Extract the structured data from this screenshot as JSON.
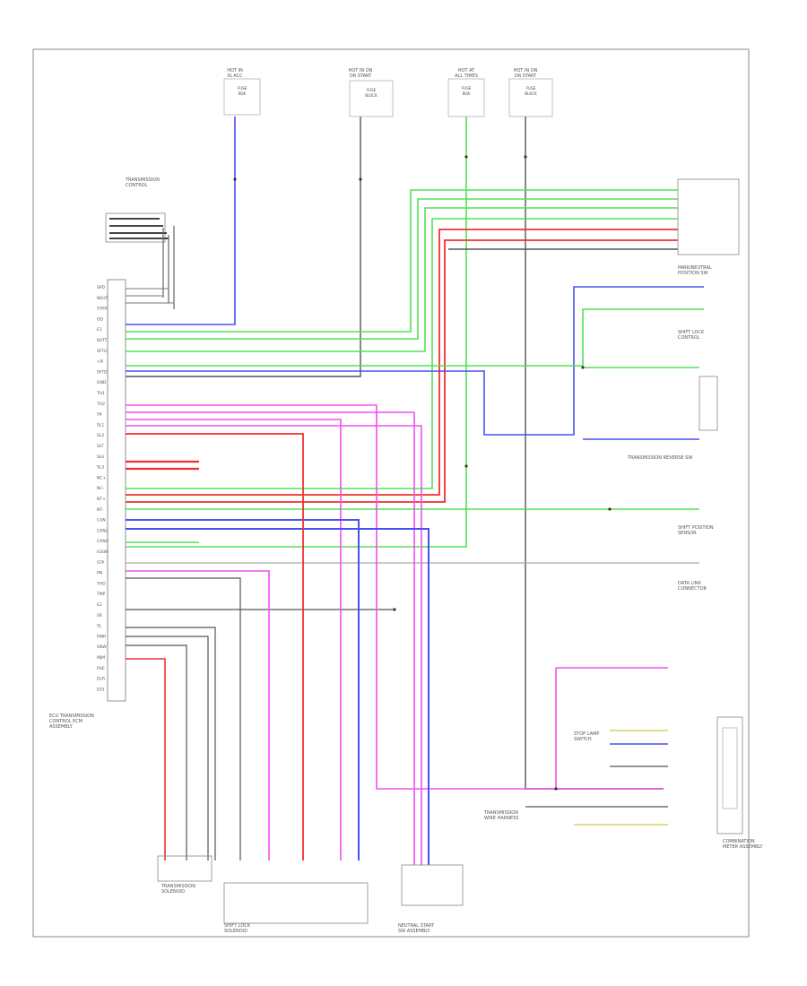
{
  "diagram": {
    "ecm_label": "ECU TRANSMISSION\nCONTROL ECM\nASSEMBLY",
    "pins": [
      "SPD",
      "NEUT",
      "STAR",
      "OD",
      "E1",
      "BATT",
      "SFTU",
      "+B",
      "SFTD",
      "GND",
      "TH1",
      "TH2",
      "S4",
      "SL1",
      "SL2",
      "SLT",
      "SLU",
      "SL3",
      "NC+",
      "NC-",
      "NT+",
      "NT-",
      "CAN",
      "CANL",
      "CANH",
      "IGSW",
      "STP",
      "PN",
      "THO",
      "TMP",
      "E2",
      "SR",
      "SL",
      "PWR",
      "SNW",
      "MJM",
      "PUE",
      "DLR",
      "E01"
    ],
    "top_labels": [
      {
        "id": "t1",
        "text": "HOT IN\nIG ACC"
      },
      {
        "id": "t2",
        "text": "HOT IN ON\nOR START"
      },
      {
        "id": "t3",
        "text": "HOT AT\nALL TIMES"
      },
      {
        "id": "t4",
        "text": "HOT IN ON\nOR START"
      }
    ],
    "fuse_labels": [
      "FUSE\nBOX",
      "FUSE\nBLOCK",
      "FUSE\nBOX",
      "FUSE\nBLOCK"
    ],
    "side_labels": [
      {
        "id": "s1",
        "text": "TRANSMISSION\nCONTROL"
      },
      {
        "id": "s2",
        "text": "PARK/NEUTRAL\nPOSITION SW"
      },
      {
        "id": "s3",
        "text": "SHIFT LOCK\nCONTROL"
      },
      {
        "id": "s4",
        "text": "TRANSMISSION REVERSE SW"
      },
      {
        "id": "s5",
        "text": "SHIFT POSITION\nSENSOR"
      },
      {
        "id": "s6",
        "text": "DATA LINK\nCONNECTOR"
      },
      {
        "id": "s7",
        "text": "COMBINATION\nMETER ASSEMBLY"
      },
      {
        "id": "s8",
        "text": "STOP LAMP\nSWITCH"
      },
      {
        "id": "s9",
        "text": "SHIFT LOCK\nSOLENOID"
      },
      {
        "id": "s10",
        "text": "TRANSMISSION\nSOLENOID"
      },
      {
        "id": "s11",
        "text": "NEUTRAL START\nSW ASSEMBLY"
      },
      {
        "id": "s12",
        "text": "TRANSMISSION\nWIRE HARNESS"
      }
    ],
    "wire_colors": {
      "blue": "#4a4ff0",
      "green": "#55e055",
      "red": "#f03030",
      "magenta": "#f050f0",
      "gray": "#555555",
      "yellow": "#d8d060",
      "lightgray": "#aaaaaa"
    }
  }
}
